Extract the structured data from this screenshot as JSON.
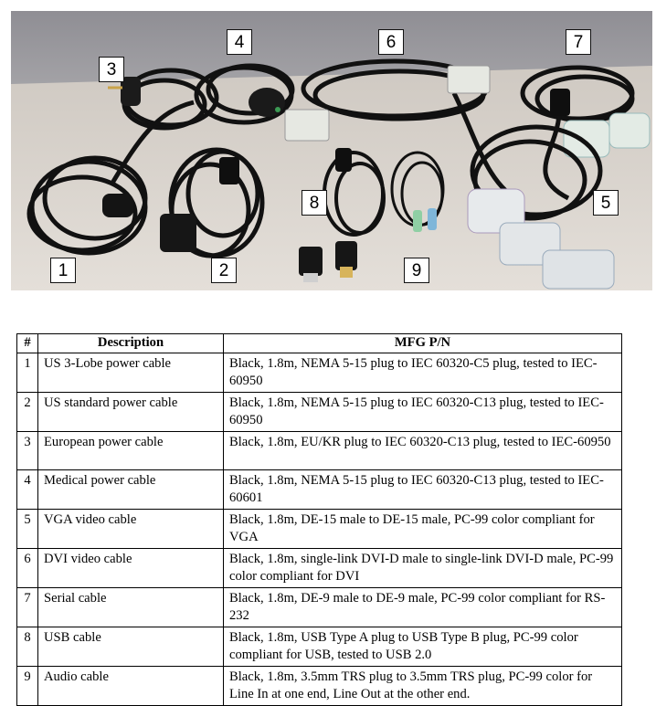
{
  "photo": {
    "callouts": [
      "1",
      "2",
      "3",
      "4",
      "5",
      "6",
      "7",
      "8",
      "9"
    ]
  },
  "table": {
    "headers": {
      "num": "#",
      "description": "Description",
      "mfg_pn": "MFG P/N"
    },
    "rows": [
      {
        "num": "1",
        "description": "US 3-Lobe power cable",
        "mfg_pn": "Black, 1.8m, NEMA 5-15 plug to IEC 60320-C5 plug, tested to IEC-60950"
      },
      {
        "num": "2",
        "description": "US standard power cable",
        "mfg_pn": "Black, 1.8m, NEMA 5-15 plug to IEC 60320-C13 plug, tested to IEC-60950"
      },
      {
        "num": "3",
        "description": "European power cable",
        "mfg_pn": "Black, 1.8m, EU/KR plug to IEC 60320-C13 plug, tested to IEC-60950"
      },
      {
        "num": "4",
        "description": "Medical power cable",
        "mfg_pn": "Black, 1.8m, NEMA 5-15 plug to IEC 60320-C13 plug, tested to IEC-60601"
      },
      {
        "num": "5",
        "description": "VGA video cable",
        "mfg_pn": "Black, 1.8m, DE-15 male to DE-15 male, PC-99 color compliant for VGA"
      },
      {
        "num": "6",
        "description": "DVI video cable",
        "mfg_pn": "Black, 1.8m, single-link DVI-D male to single-link DVI-D male, PC-99 color compliant for DVI"
      },
      {
        "num": "7",
        "description": "Serial cable",
        "mfg_pn": "Black, 1.8m, DE-9 male to DE-9 male, PC-99 color compliant for RS-232"
      },
      {
        "num": "8",
        "description": "USB cable",
        "mfg_pn": "Black, 1.8m, USB Type A plug to USB Type B plug, PC-99 color compliant for USB, tested to USB 2.0"
      },
      {
        "num": "9",
        "description": "Audio cable",
        "mfg_pn": "Black, 1.8m, 3.5mm TRS plug to 3.5mm TRS plug, PC-99 color for Line In at one end, Line Out at the other end."
      }
    ]
  }
}
